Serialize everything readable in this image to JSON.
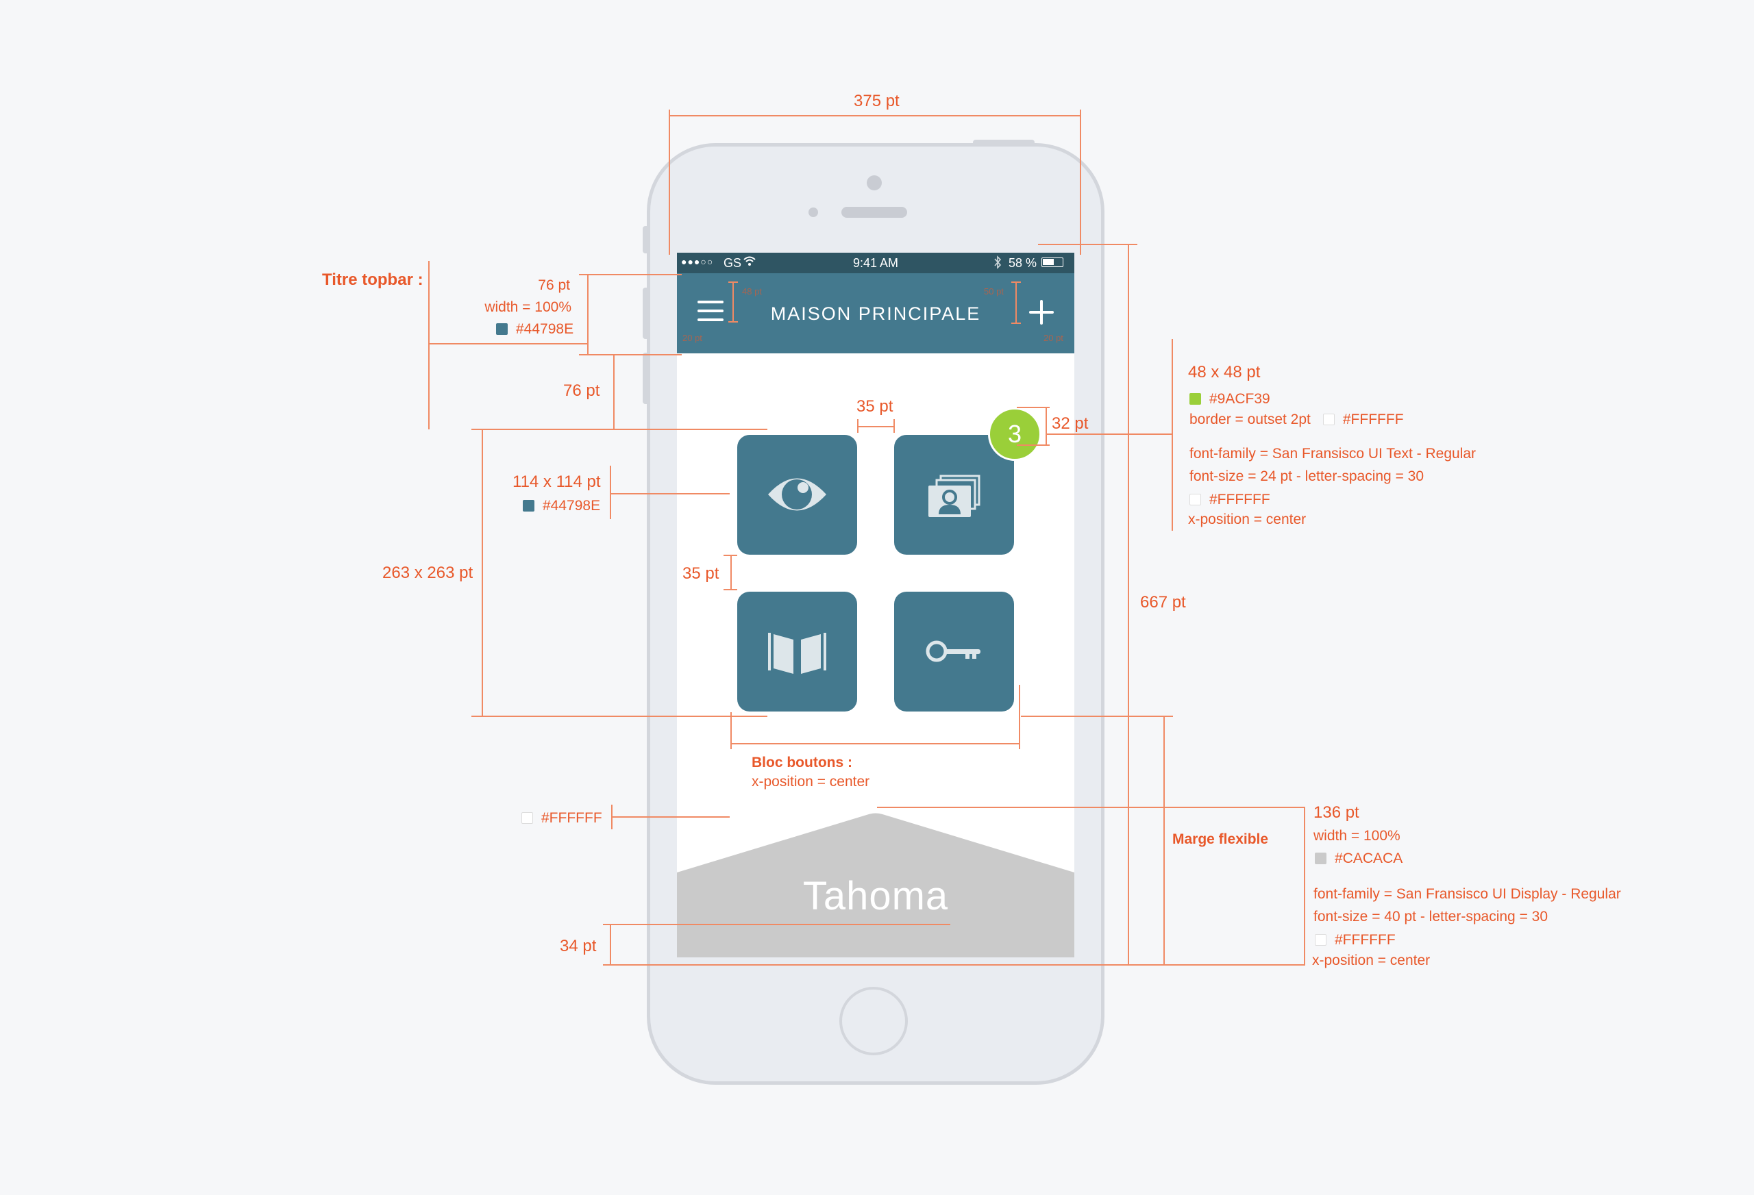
{
  "phone": {
    "status_bar": {
      "signal": "●●●○○",
      "carrier": "GS",
      "time": "9:41 AM",
      "battery_percent": "58 %",
      "battery_level": 0.58
    },
    "topbar": {
      "title": "MAISON PRINCIPALE",
      "menu_icon": "hamburger-menu-icon",
      "add_icon": "plus-icon",
      "inner_labels": {
        "left_height": "48 pt",
        "right_height": "50 pt",
        "left_margin": "20 pt",
        "right_margin": "20 pt"
      }
    },
    "tiles": [
      {
        "icon": "eye-icon"
      },
      {
        "icon": "contact-cards-icon",
        "badge": "3"
      },
      {
        "icon": "open-book-icon"
      },
      {
        "icon": "key-icon"
      }
    ],
    "footer": {
      "text": "Tahoma"
    }
  },
  "annotations": {
    "screen_width": "375 pt",
    "screen_height": "667 pt",
    "titre_topbar": "Titre topbar :",
    "topbar_height": "76 pt",
    "topbar_width": "width = 100%",
    "topbar_color": "#44798E",
    "gap_to_buttons": "76 pt",
    "block_size": "263 x 263 pt",
    "tile_size": "114 x 114 pt",
    "tile_color": "#44798E",
    "h_gap": "35 pt",
    "v_gap": "35 pt",
    "badge_offset": "32 pt",
    "badge": {
      "size": "48 x 48 pt",
      "color": "#9ACF39",
      "border": "border = outset 2pt",
      "border_color": "#FFFFFF",
      "font_family": "font-family = San Fransisco UI Text - Regular",
      "font_size": "font-size = 24 pt  -  letter-spacing = 30",
      "text_color": "#FFFFFF",
      "x_position": "x-position = center"
    },
    "bloc_boutons_title": "Bloc boutons :",
    "bloc_boutons_position": "x-position = center",
    "background_color": "#FFFFFF",
    "marge_flexible": "Marge flexible",
    "footer": {
      "height": "136 pt",
      "width": "width = 100%",
      "color": "#CACACA",
      "font_family": "font-family = San Fransisco UI Display - Regular",
      "font_size": "font-size = 40 pt  -  letter-spacing = 30",
      "text_color": "#FFFFFF",
      "x_position": "x-position = center"
    },
    "baseline_offset": "34 pt"
  }
}
